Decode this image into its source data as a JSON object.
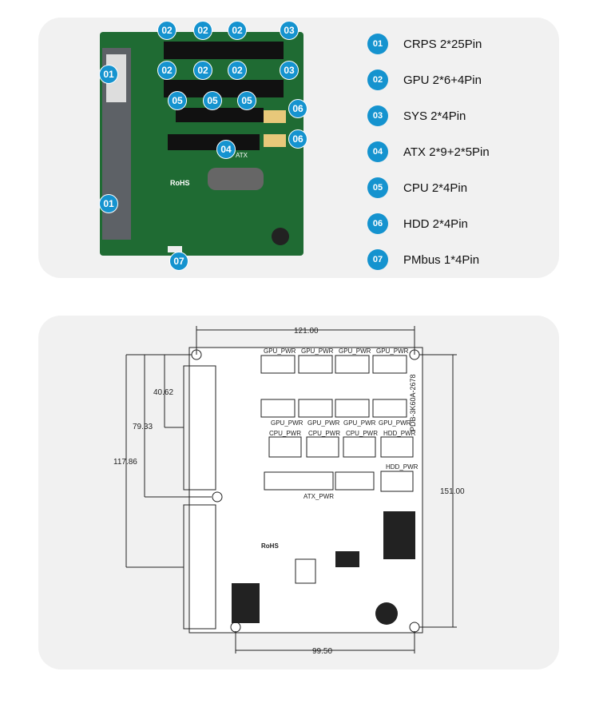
{
  "legend": [
    {
      "num": "01",
      "label": "CRPS 2*25Pin"
    },
    {
      "num": "02",
      "label": "GPU 2*6+4Pin"
    },
    {
      "num": "03",
      "label": "SYS 2*4Pin"
    },
    {
      "num": "04",
      "label": "ATX 2*9+2*5Pin"
    },
    {
      "num": "05",
      "label": "CPU 2*4Pin"
    },
    {
      "num": "06",
      "label": "HDD 2*4Pin"
    },
    {
      "num": "07",
      "label": "PMbus 1*4Pin"
    }
  ],
  "photo": {
    "rohs": "RoHS",
    "atx": "ATX"
  },
  "drawing": {
    "dim_width": "121.00",
    "dim_height": "151.00",
    "dim_bottom": "99.50",
    "dim_a": "40.62",
    "dim_b": "79.33",
    "dim_c": "117.86",
    "gpu": "GPU_PWR",
    "cpu": "CPU_PWR",
    "hdd": "HDD_PWR",
    "atx": "ATX_PWR",
    "rohs": "RoHS",
    "model": "PDB-3K60A-2678"
  },
  "colors": {
    "badge": "#1593cf",
    "pcb": "#1f6b33"
  }
}
